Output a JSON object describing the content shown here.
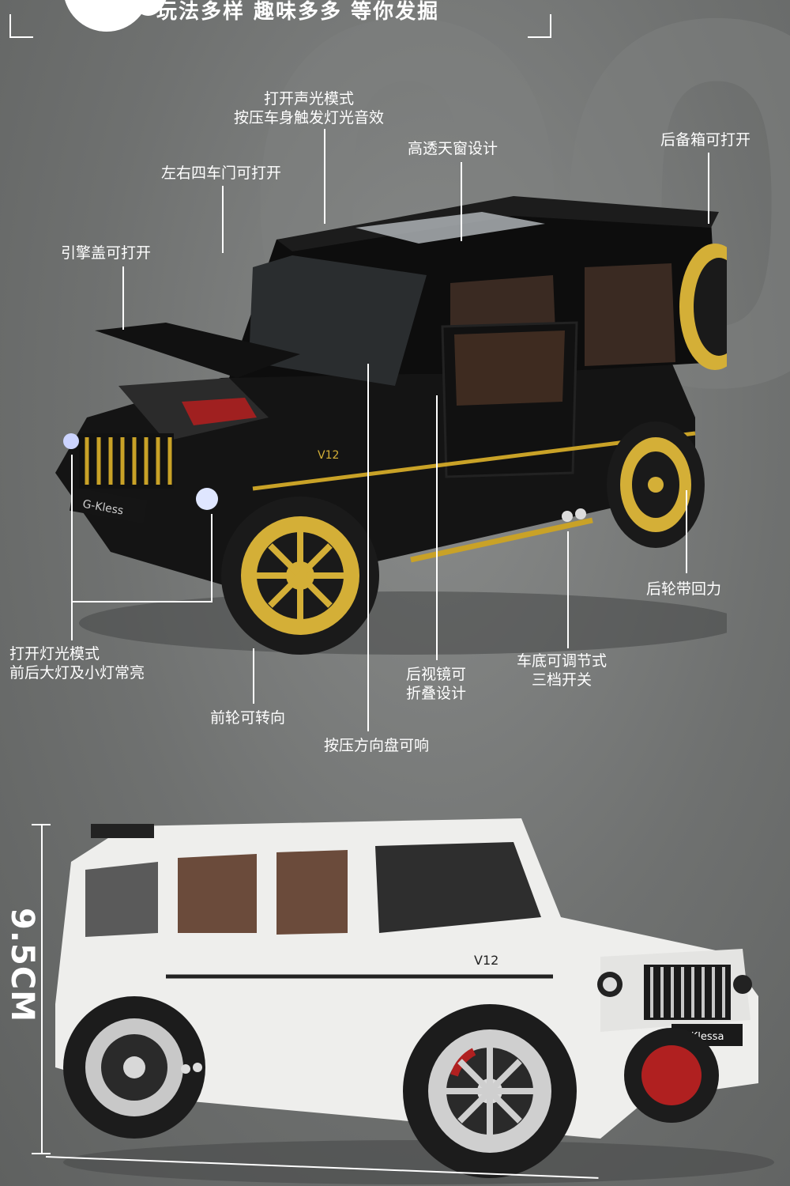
{
  "header": {
    "slogan": "玩法多样 趣味多多 等你发掘"
  },
  "callouts": {
    "sound_light_1": "打开声光模式",
    "sound_light_2": "按压车身触发灯光音效",
    "sunroof": "高透天窗设计",
    "trunk": "后备箱可打开",
    "four_doors": "左右四车门可打开",
    "hood": "引擎盖可打开",
    "rear_pullback": "后轮带回力",
    "lights_1": "打开灯光模式",
    "lights_2": "前后大灯及小灯常亮",
    "front_steering": "前轮可转向",
    "steering_horn": "按压方向盘可响",
    "mirror_1": "后视镜可",
    "mirror_2": "折叠设计",
    "chassis_1": "车底可调节式",
    "chassis_2": "三档开关"
  },
  "dimensions": {
    "height": "9.5CM"
  },
  "colors": {
    "background": "#6f7170",
    "text": "#ffffff",
    "gold_trim": "#c9a227"
  }
}
